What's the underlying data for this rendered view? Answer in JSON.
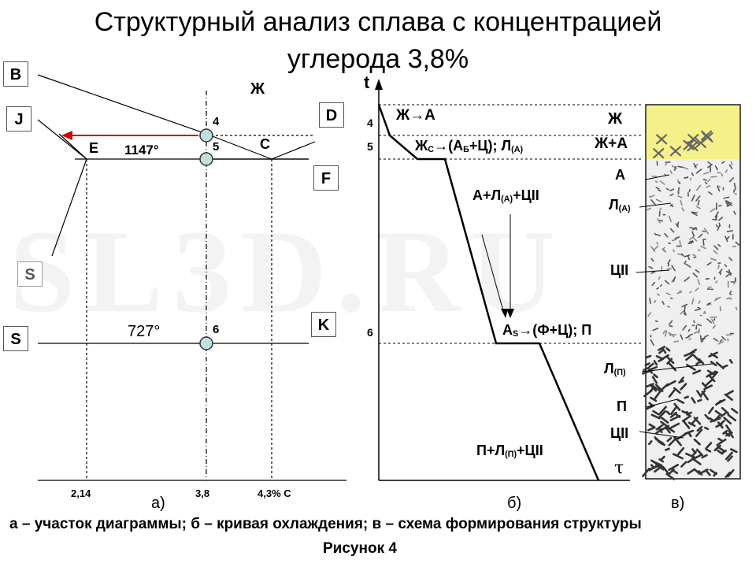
{
  "title": {
    "line1": "Структурный анализ сплава с концентрацией",
    "line2": "углерода 3,8%"
  },
  "diagram_a": {
    "point_labels": {
      "B": "B",
      "J": "J",
      "S_grey": "S",
      "S": "S",
      "D": "D",
      "F": "F",
      "K": "K",
      "E": "E",
      "C": "C"
    },
    "phase_label": "Ж",
    "eutectic_temp": "1147°",
    "eutectoid_temp": "727°",
    "points": [
      "4",
      "5",
      "6"
    ],
    "x_ticks": [
      "2,14",
      "3,8",
      "4,3% С"
    ],
    "panel_label": "а)"
  },
  "diagram_b": {
    "axis_t": "t",
    "axis_tau": "τ",
    "y_marks": [
      "4",
      "5",
      "6"
    ],
    "texts": {
      "l_to_a": "Ж→А",
      "eut_main": "Ж",
      "eut_sub": "С",
      "eut_rest": "→(А",
      "eut_sub2": "Б",
      "eut_rest2": "+Ц); Л",
      "eut_sub3": "(А)",
      "mid_label": "А+Л",
      "mid_sub": "(А)",
      "mid_rest": "+ЦII",
      "eutd_main": "А",
      "eutd_sub": "S",
      "eutd_rest": "→(Ф+Ц); П",
      "low_label": "П+Л",
      "low_sub": "(П)",
      "low_rest": "+ЦII"
    },
    "panel_label": "б)"
  },
  "diagram_c": {
    "liquid_label": "Ж",
    "two_phase_label": "Ж+А",
    "labels": [
      "А",
      "Л",
      "ЦII",
      "Л",
      "П",
      "ЦII"
    ],
    "label_subs": [
      "",
      "(А)",
      "",
      "(П)",
      "",
      ""
    ],
    "panel_label": "в)"
  },
  "caption_line": "а – участок диаграммы; б – кривая охлаждения; в – схема формирования структуры",
  "figure_label": "Рисунок 4",
  "watermark": "SL3D.RU",
  "colors": {
    "arrow": "#cc0000",
    "liquid_fill": "#f5f08a",
    "point_fill": "#bfe0e0"
  }
}
